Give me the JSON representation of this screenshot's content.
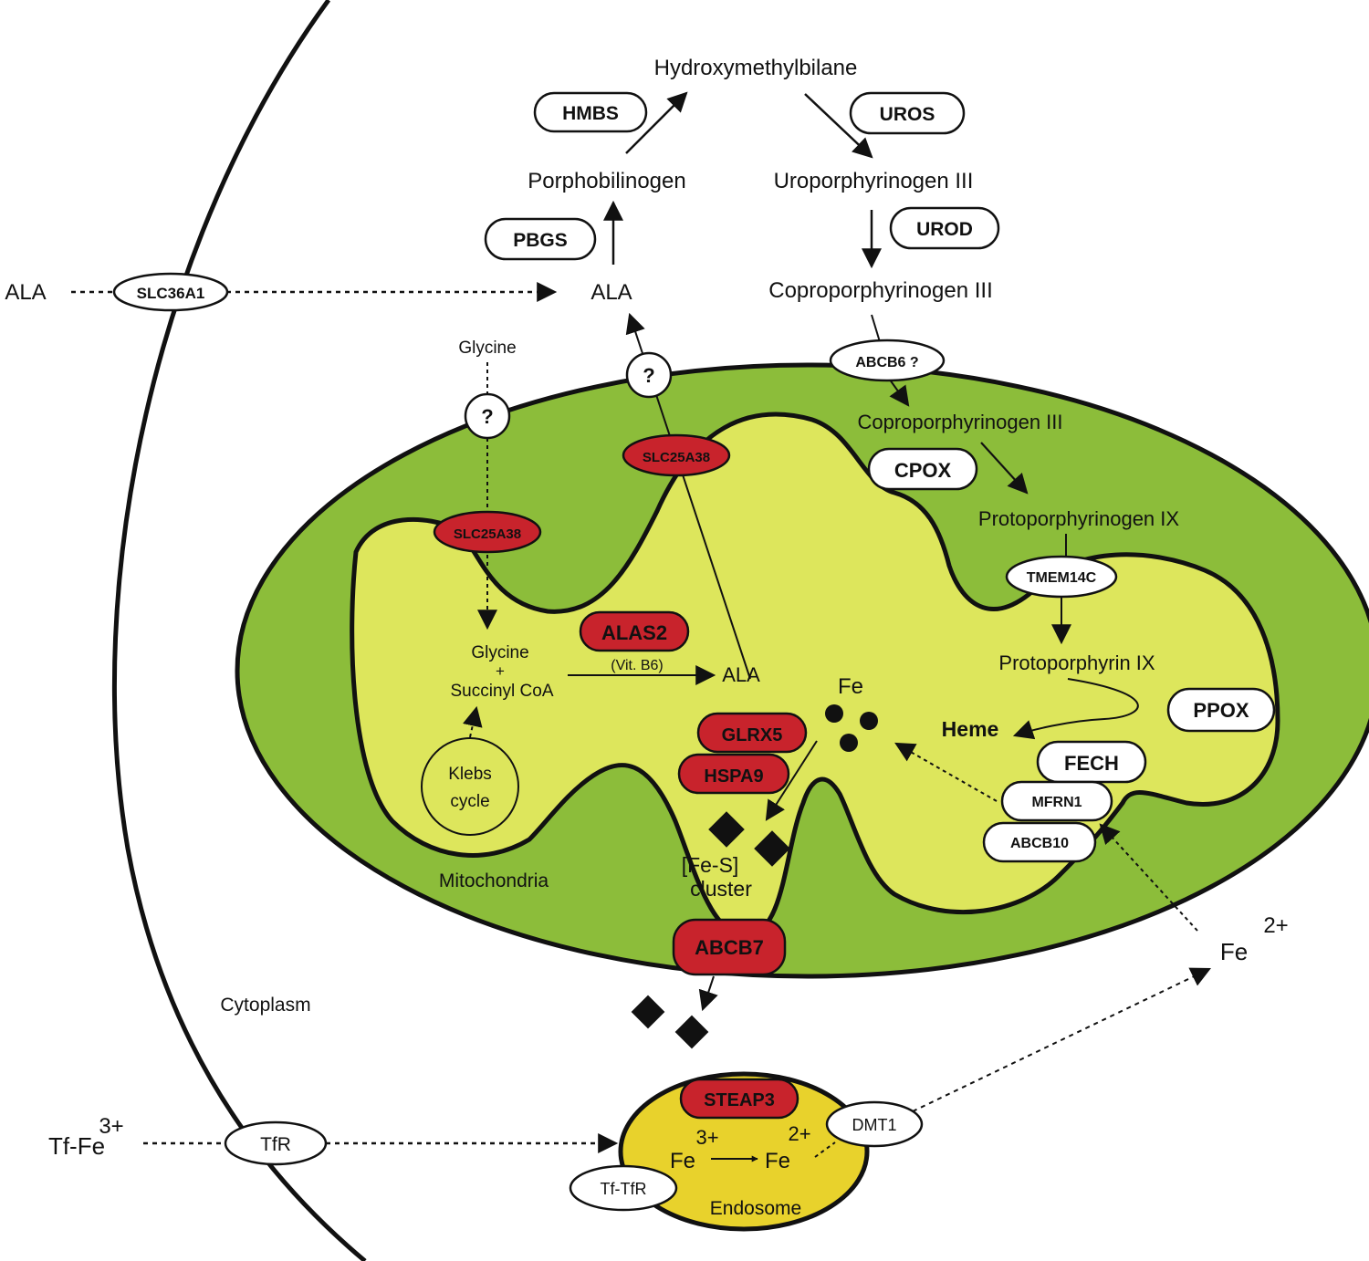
{
  "colors": {
    "outer_mito": "#8cbd3a",
    "inner_mito": "#dde65c",
    "endosome": "#e8d22c",
    "red_enzyme": "#c8232c",
    "white_enzyme": "#ffffff",
    "line": "#111111"
  },
  "labels": {
    "hydroxymethylbilane": "Hydroxymethylbilane",
    "porphobilinogen": "Porphobilinogen",
    "uroporphyrinogen": "Uroporphyrinogen III",
    "coproporphyrinogen_cyto": "Coproporphyrinogen III",
    "coproporphyrinogen_mito": "Coproporphyrinogen III",
    "protoporphyrinogen": "Protoporphyrinogen IX",
    "protoporphyrin": "Protoporphyrin IX",
    "heme": "Heme",
    "ala_outside": "ALA",
    "ala_cyto": "ALA",
    "ala_matrix": "ALA",
    "glycine_cyto": "Glycine",
    "glycine_matrix": "Glycine",
    "plus": "+",
    "succinyl": "Succinyl CoA",
    "vit_b6": "(Vit. B6)",
    "klebs_1": "Klebs",
    "klebs_2": "cycle",
    "fe_matrix": "Fe",
    "fes_1": "[Fe-S]",
    "fes_2": "cluster",
    "mitochondria": "Mitochondria",
    "cytoplasm": "Cytoplasm",
    "fe2_cyto": "Fe",
    "fe2_cyto_sup": "2+",
    "tffe": "Tf-Fe",
    "tffe_sup": "3+",
    "fe3_endo": "Fe",
    "fe3_endo_sup": "3+",
    "fe2_endo": "Fe",
    "fe2_endo_sup": "2+",
    "endosome": "Endosome",
    "question": "?"
  },
  "enzymes": {
    "hmbs": "HMBS",
    "uros": "UROS",
    "urod": "UROD",
    "pbgs": "PBGS",
    "cpox": "CPOX",
    "ppox": "PPOX",
    "fech": "FECH",
    "alas2": "ALAS2",
    "glrx5": "GLRX5",
    "hspa9": "HSPA9",
    "abcb7": "ABCB7",
    "steap3": "STEAP3"
  },
  "transporters": {
    "slc36a1": "SLC36A1",
    "slc25a38_left": "SLC25A38",
    "slc25a38_right": "SLC25A38",
    "abcb6": "ABCB6 ?",
    "tmem14c": "TMEM14C",
    "mfrn1": "MFRN1",
    "abcb10": "ABCB10",
    "tfr": "TfR",
    "dmt1": "DMT1",
    "tf_tfr": "Tf-TfR"
  }
}
